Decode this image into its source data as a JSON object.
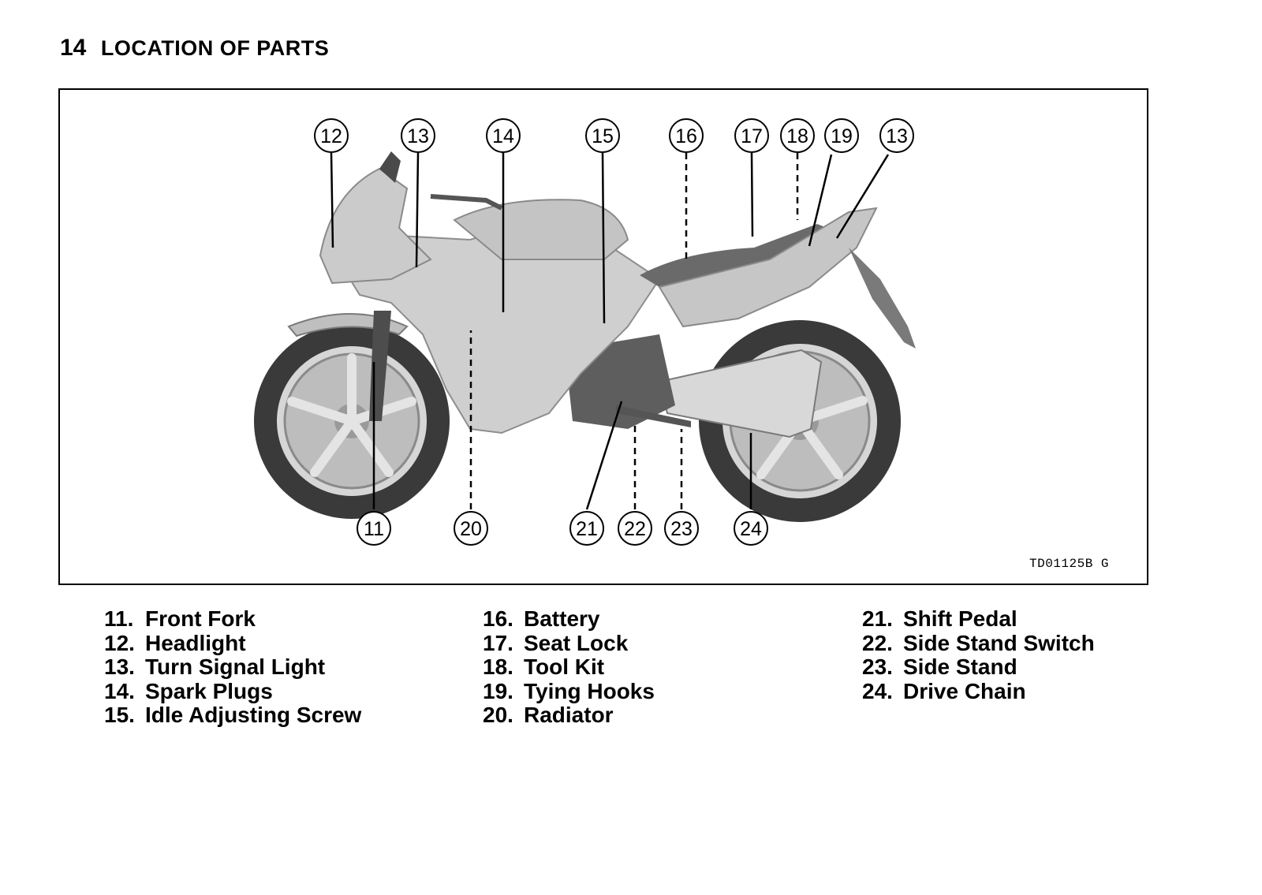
{
  "header": {
    "page_number": "14",
    "title": "LOCATION OF PARTS"
  },
  "figure": {
    "code": "TD01125B  G",
    "callouts": [
      {
        "id": "c12",
        "label": "12"
      },
      {
        "id": "c13a",
        "label": "13"
      },
      {
        "id": "c14",
        "label": "14"
      },
      {
        "id": "c15",
        "label": "15"
      },
      {
        "id": "c16",
        "label": "16"
      },
      {
        "id": "c17",
        "label": "17"
      },
      {
        "id": "c18",
        "label": "18"
      },
      {
        "id": "c19",
        "label": "19"
      },
      {
        "id": "c13b",
        "label": "13"
      },
      {
        "id": "c11",
        "label": "11"
      },
      {
        "id": "c20",
        "label": "20"
      },
      {
        "id": "c21",
        "label": "21"
      },
      {
        "id": "c22",
        "label": "22"
      },
      {
        "id": "c23",
        "label": "23"
      },
      {
        "id": "c24",
        "label": "24"
      }
    ]
  },
  "legend": {
    "columns": [
      [
        {
          "num": "11.",
          "name": "Front Fork"
        },
        {
          "num": "12.",
          "name": "Headlight"
        },
        {
          "num": "13.",
          "name": "Turn Signal Light"
        },
        {
          "num": "14.",
          "name": "Spark Plugs"
        },
        {
          "num": "15.",
          "name": "Idle Adjusting Screw"
        }
      ],
      [
        {
          "num": "16.",
          "name": "Battery"
        },
        {
          "num": "17.",
          "name": "Seat Lock"
        },
        {
          "num": "18.",
          "name": "Tool Kit"
        },
        {
          "num": "19.",
          "name": "Tying Hooks"
        },
        {
          "num": "20.",
          "name": "Radiator"
        }
      ],
      [
        {
          "num": "21.",
          "name": "Shift Pedal"
        },
        {
          "num": "22.",
          "name": "Side Stand Switch"
        },
        {
          "num": "23.",
          "name": "Side Stand"
        },
        {
          "num": "24.",
          "name": "Drive Chain"
        }
      ]
    ]
  }
}
